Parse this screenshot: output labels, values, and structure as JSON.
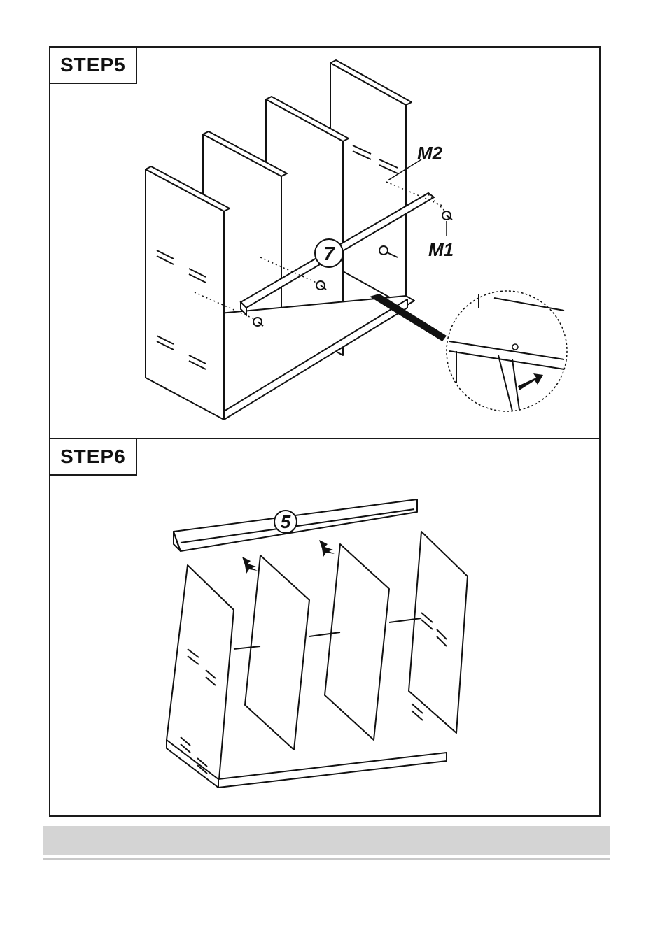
{
  "step5": {
    "label": "STEP5",
    "part_number": "7",
    "hardware": {
      "m2": "M2",
      "m1": "M1"
    }
  },
  "step6": {
    "label": "STEP6",
    "part_number": "5"
  }
}
